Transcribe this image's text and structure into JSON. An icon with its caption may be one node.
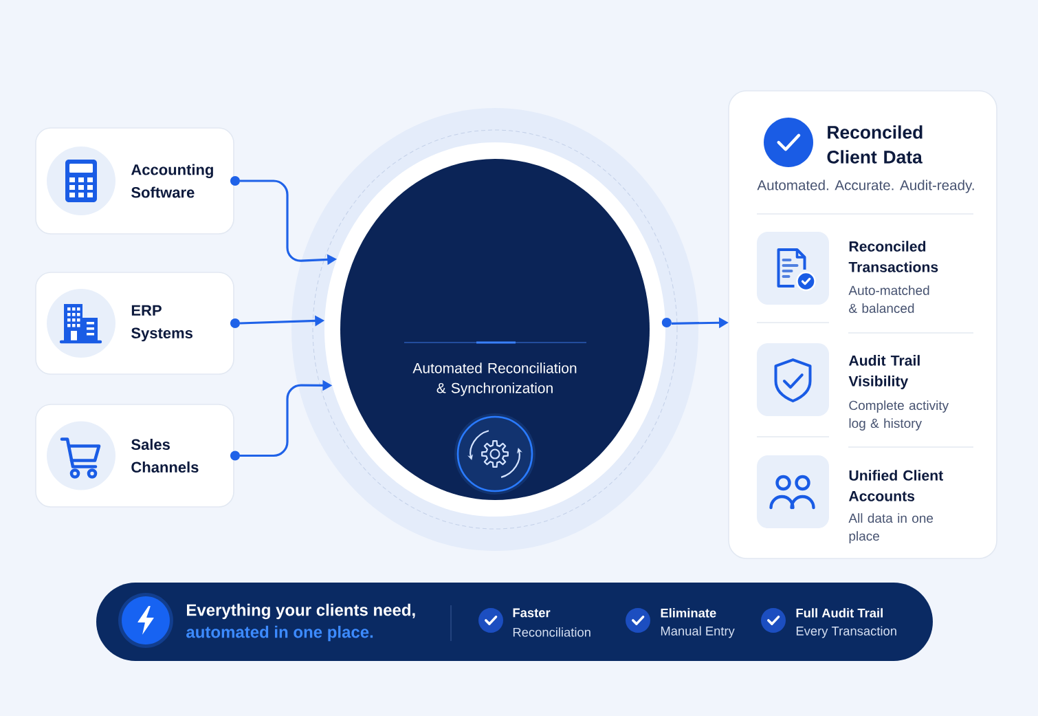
{
  "diagram": {
    "nodes": [
      {
        "text": [
          "Accounting Software"
        ]
      },
      {
        "text": [
          "ERP Systems"
        ]
      },
      {
        "text": [
          "Sales Channels"
        ]
      },
      {
        "text": [
          "Automated Reconciliation & Synchronization"
        ]
      },
      {
        "text": [
          "Reconciled Client Data",
          "Automated. Accurate. Audit-ready."
        ]
      },
      {
        "text": [
          "Reconciled Transactions",
          "Auto-matched & balanced"
        ],
        "in": 4
      },
      {
        "text": [
          "Audit Trail Visibility",
          "Complete activity log & history"
        ],
        "in": 4
      },
      {
        "text": [
          "Unified Client Accounts",
          "All data in one place"
        ],
        "in": 4
      },
      {
        "text": [
          "Everything your clients need,",
          "automated in one place."
        ]
      }
    ],
    "edges": [
      {
        "from": 0,
        "to": 3,
        "arrow": "to"
      },
      {
        "from": 1,
        "to": 3,
        "arrow": "to"
      },
      {
        "from": 2,
        "to": 3,
        "arrow": "to"
      },
      {
        "from": 3,
        "to": 4,
        "arrow": "to"
      }
    ],
    "labels": [
      "Faster",
      "Reconciliation",
      "Eliminate",
      "Manual Entry",
      "Full Audit Trail",
      "Every Transaction"
    ]
  }
}
